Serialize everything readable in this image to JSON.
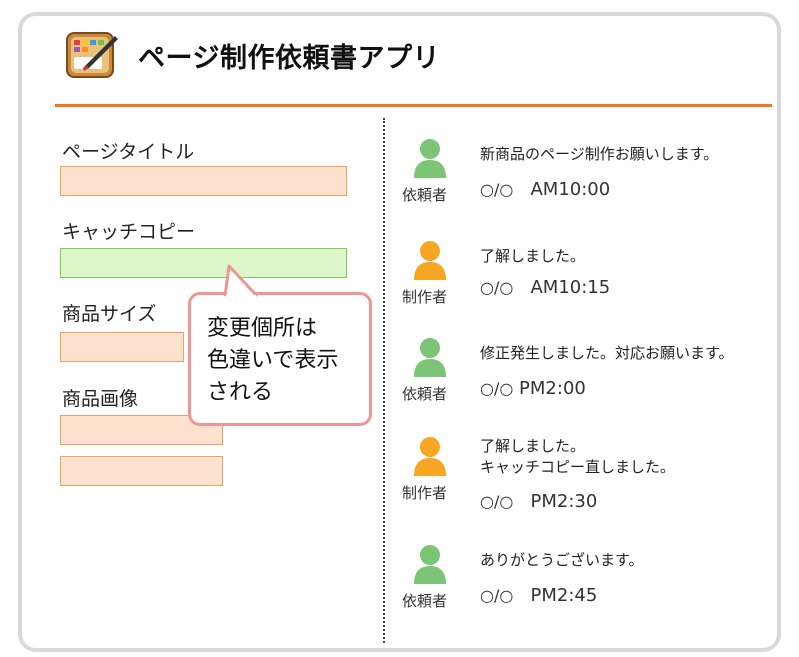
{
  "app": {
    "title": "ページ制作依頼書アプリ",
    "icon": "paintbrush-palette-icon",
    "accent_color": "#f07a1a"
  },
  "form": {
    "fields": [
      {
        "label": "ページタイトル",
        "style": "normal"
      },
      {
        "label": "キャッチコピー",
        "style": "changed"
      },
      {
        "label": "商品サイズ",
        "style": "normal"
      },
      {
        "label": "商品画像",
        "style": "normal"
      }
    ],
    "normal_color": "#fde2cf",
    "changed_color": "#ddf7c9"
  },
  "callout": {
    "lines": [
      "変更個所は",
      "色違いで表示",
      "される"
    ]
  },
  "messages": [
    {
      "role": "依頼者",
      "lines": [
        "新商品のページ制作お願いします。"
      ],
      "date": "○/○",
      "time": "AM10:00",
      "avatar_color": "#7cc576"
    },
    {
      "role": "制作者",
      "lines": [
        "了解しました。"
      ],
      "date": "○/○",
      "time": "AM10:15",
      "avatar_color": "#f6a623"
    },
    {
      "role": "依頼者",
      "lines": [
        "修正発生しました。対応お願います。"
      ],
      "date": "○/○",
      "time": "PM2:00",
      "avatar_color": "#7cc576"
    },
    {
      "role": "制作者",
      "lines": [
        "了解しました。",
        "キャッチコピー直しました。"
      ],
      "date": "○/○",
      "time": "PM2:30",
      "avatar_color": "#f6a623"
    },
    {
      "role": "依頼者",
      "lines": [
        "ありがとうございます。"
      ],
      "date": "○/○",
      "time": "PM2:45",
      "avatar_color": "#7cc576"
    }
  ]
}
